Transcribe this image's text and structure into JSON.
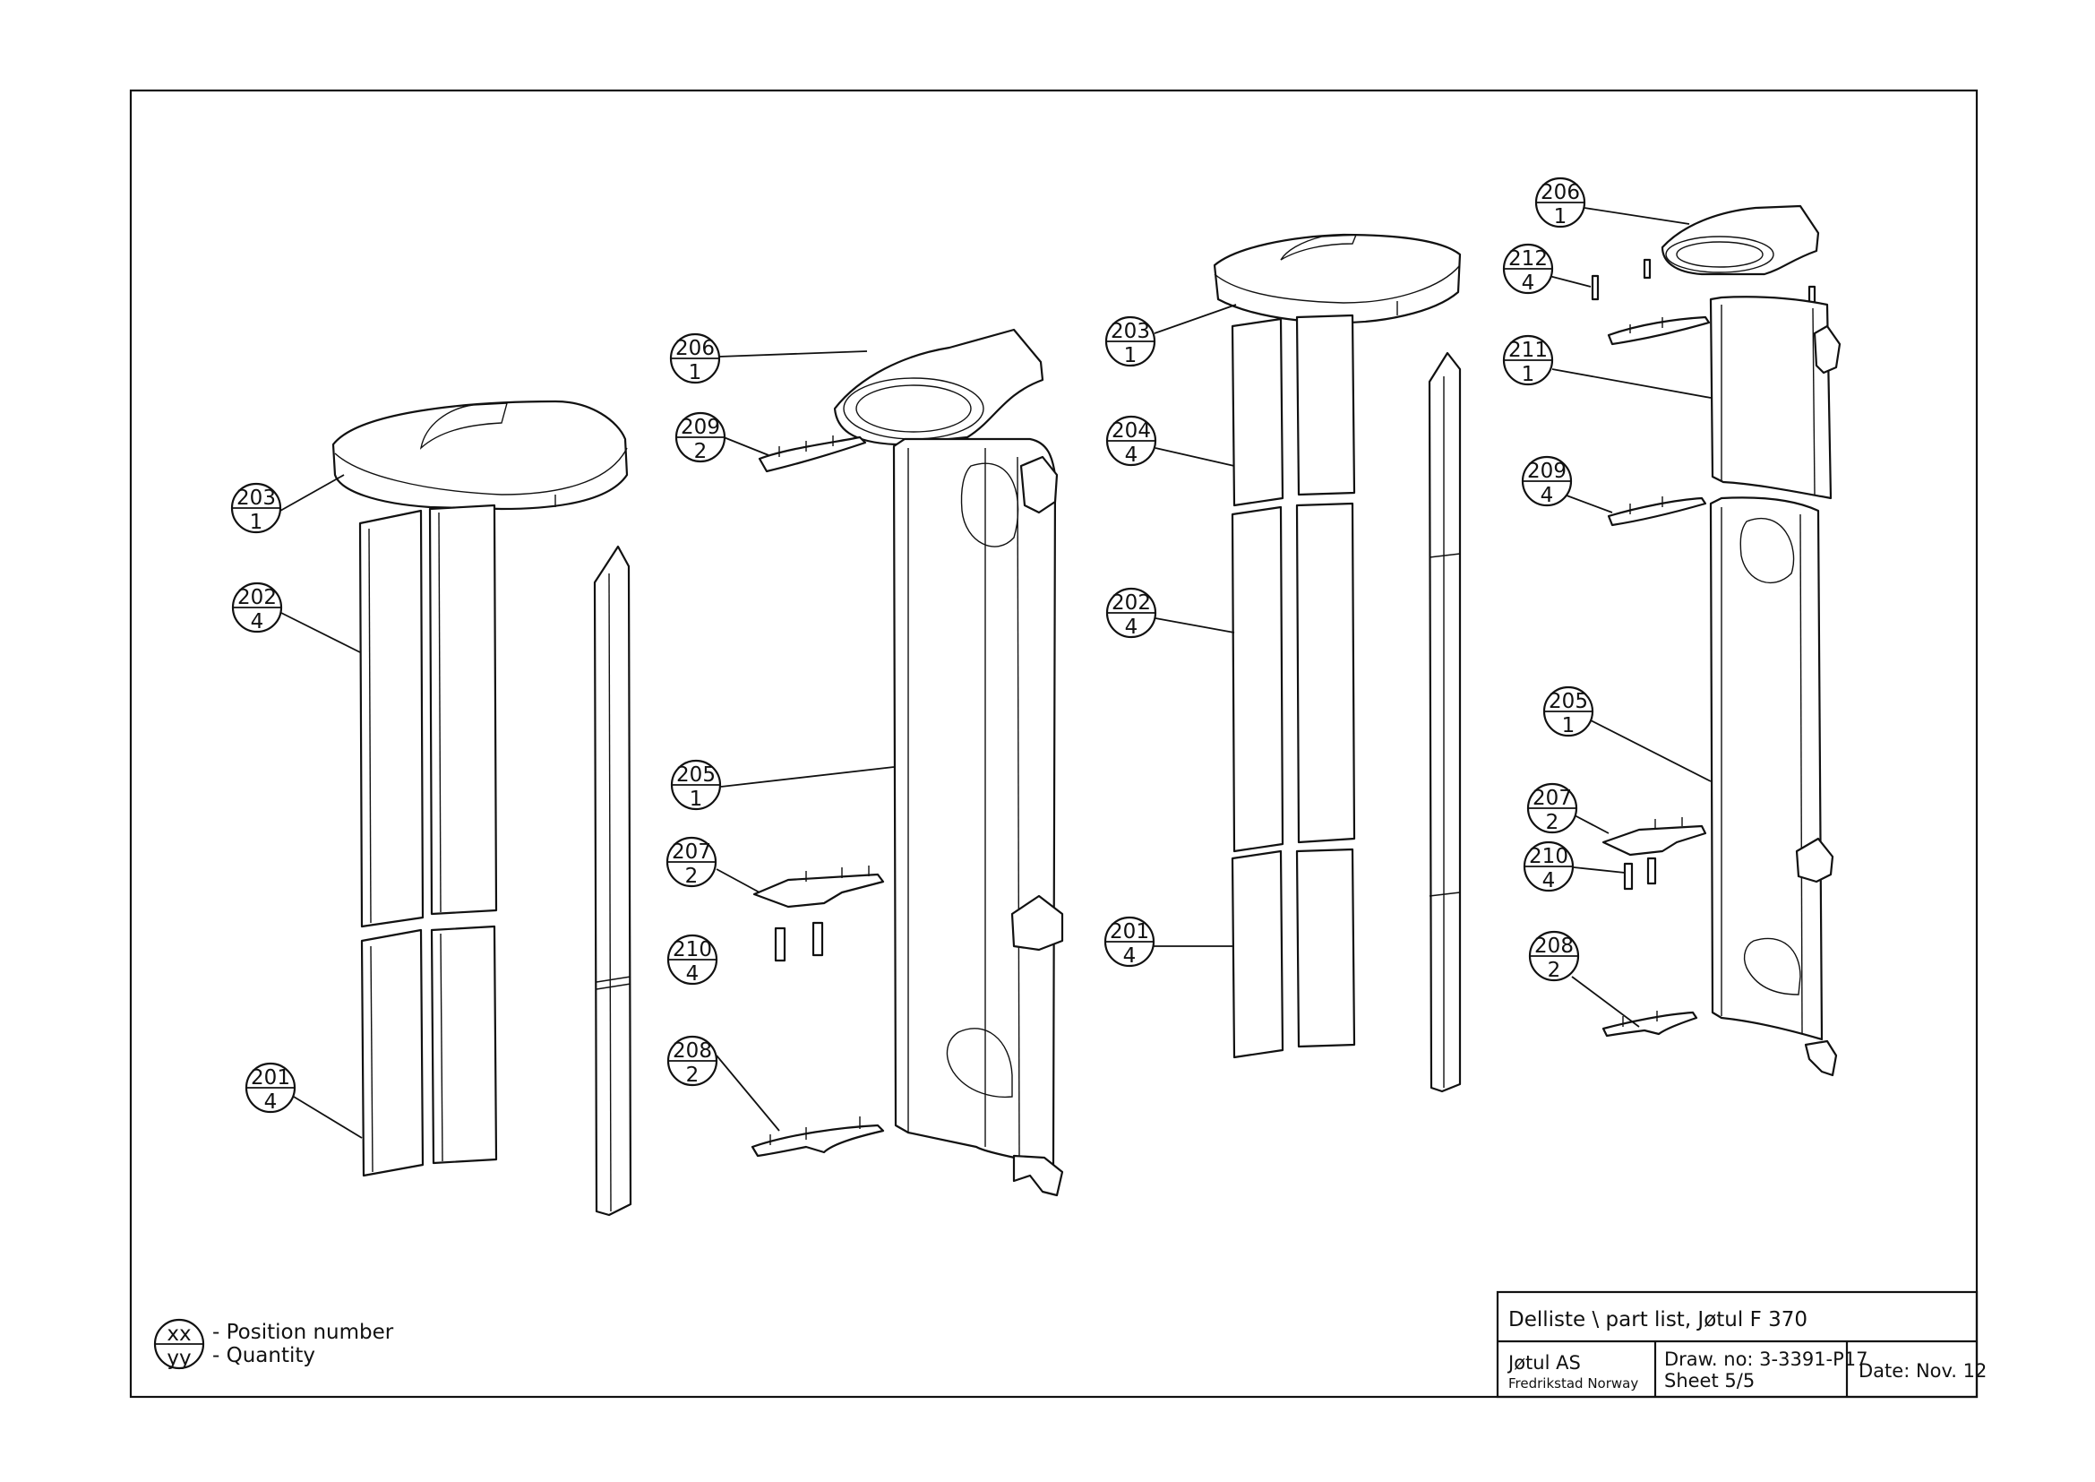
{
  "title_block": {
    "title": "Delliste \\ part list, Jøtul F 370",
    "company": "Jøtul AS",
    "location": "Fredrikstad Norway",
    "drawing_number": "Draw. no: 3-3391-P17",
    "sheet": "Sheet 5/5",
    "date": "Date: Nov. 12"
  },
  "legend": {
    "position_symbol": "xx",
    "quantity_symbol": "yy",
    "position_text": "- Position number",
    "quantity_text": "- Quantity"
  },
  "callouts": [
    {
      "position": "203",
      "quantity": "1"
    },
    {
      "position": "202",
      "quantity": "4"
    },
    {
      "position": "201",
      "quantity": "4"
    },
    {
      "position": "206",
      "quantity": "1"
    },
    {
      "position": "209",
      "quantity": "2"
    },
    {
      "position": "205",
      "quantity": "1"
    },
    {
      "position": "207",
      "quantity": "2"
    },
    {
      "position": "210",
      "quantity": "4"
    },
    {
      "position": "208",
      "quantity": "2"
    },
    {
      "position": "203",
      "quantity": "1"
    },
    {
      "position": "204",
      "quantity": "4"
    },
    {
      "position": "202",
      "quantity": "4"
    },
    {
      "position": "201",
      "quantity": "4"
    },
    {
      "position": "206",
      "quantity": "1"
    },
    {
      "position": "212",
      "quantity": "4"
    },
    {
      "position": "211",
      "quantity": "1"
    },
    {
      "position": "209",
      "quantity": "4"
    },
    {
      "position": "205",
      "quantity": "1"
    },
    {
      "position": "207",
      "quantity": "2"
    },
    {
      "position": "210",
      "quantity": "4"
    },
    {
      "position": "208",
      "quantity": "2"
    }
  ]
}
